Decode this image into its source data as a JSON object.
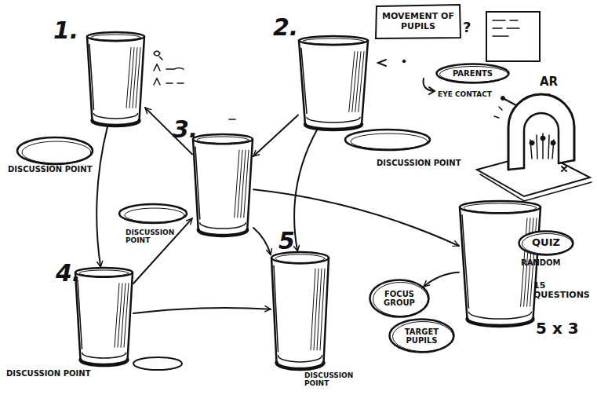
{
  "diagram": {
    "nodes": [
      {
        "text": [
          "1."
        ]
      },
      {
        "text": [
          "2."
        ]
      },
      {
        "text": [
          "3."
        ]
      },
      {
        "text": [
          "4."
        ]
      },
      {
        "text": [
          "5"
        ]
      },
      {
        "text": [
          "15 QUESTIONS",
          "5 x 3"
        ]
      },
      {
        "text": [
          "MOVEMENT OF PUPILS"
        ]
      },
      {
        "text": [
          "PARENTS"
        ]
      },
      {
        "text": [
          "QUIZ"
        ]
      },
      {
        "text": [
          "FOCUS GROUP"
        ]
      },
      {
        "text": [
          "TARGET PUPILS"
        ]
      }
    ],
    "edges": [
      {
        "from": 2,
        "to": 0,
        "arrow": "to"
      },
      {
        "from": 0,
        "to": 3,
        "arrow": "to"
      },
      {
        "from": 3,
        "to": 2,
        "arrow": "to"
      },
      {
        "from": 3,
        "to": 4,
        "arrow": "to"
      },
      {
        "from": 2,
        "to": 4,
        "arrow": "to"
      },
      {
        "from": 1,
        "to": 2,
        "arrow": "to"
      },
      {
        "from": 1,
        "to": 4,
        "arrow": "to"
      },
      {
        "from": 2,
        "to": 5,
        "arrow": "to"
      },
      {
        "from": 5,
        "to": 9,
        "arrow": "to"
      }
    ],
    "labels": [
      "?",
      "EYE CONTACT",
      "AR",
      "RANDOM",
      "DISCUSSION POINT",
      "DISCUSSION POINT",
      "DISCUSSION POINT",
      "DISCUSSION POINT",
      "DISCUSSION POINT"
    ]
  }
}
